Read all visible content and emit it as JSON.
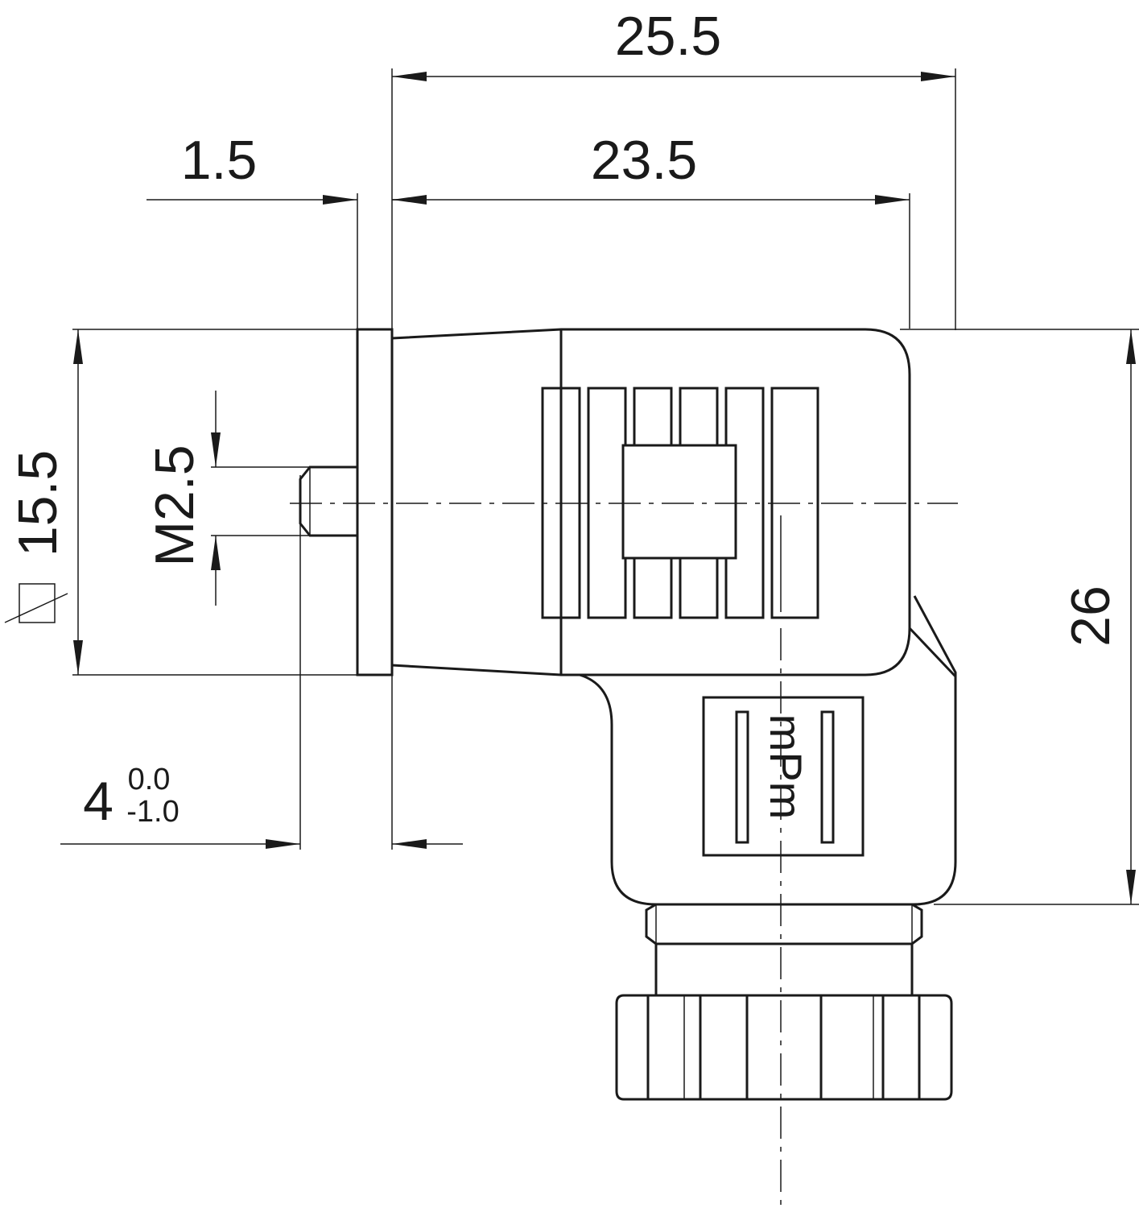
{
  "drawing": {
    "dimensions": {
      "overall_width": "25.5",
      "housing_width": "23.5",
      "flange_thickness": "1.5",
      "square_size": "15.5",
      "screw_thread": "M2.5",
      "height": "26",
      "screw_length": "4",
      "tol_upper": "0.0",
      "tol_lower": "-1.0"
    },
    "symbols": {
      "square": "square-symbol"
    },
    "markings": {
      "brand": "mPm"
    }
  }
}
